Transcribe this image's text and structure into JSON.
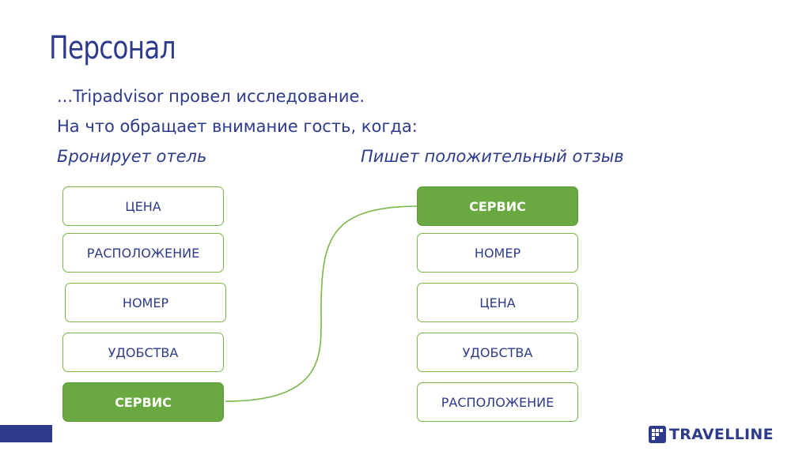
{
  "slide": {
    "title": "Персонал",
    "intro_line1": "...Tripadvisor провел исследование.",
    "intro_line2": "На что обращает внимание гость, когда:",
    "left_column": {
      "heading": "Бронирует отель",
      "items": [
        "ЦЕНА",
        "РАСПОЛОЖЕНИЕ",
        "НОМЕР",
        "УДОБСТВА",
        "СЕРВИС"
      ],
      "highlighted": "СЕРВИС"
    },
    "right_column": {
      "heading": "Пишет положительный отзыв",
      "items": [
        "СЕРВИС",
        "НОМЕР",
        "ЦЕНА",
        "УДОБСТВА",
        "РАСПОЛОЖЕНИЕ"
      ],
      "highlighted": "СЕРВИС"
    }
  },
  "brand": {
    "logo_text": "TRAVELLINE",
    "logo_icon": "travelline-grid-icon"
  },
  "colors": {
    "primary_blue": "#2e3b8c",
    "accent_green": "#6aa842",
    "border_green": "#7ab648"
  }
}
